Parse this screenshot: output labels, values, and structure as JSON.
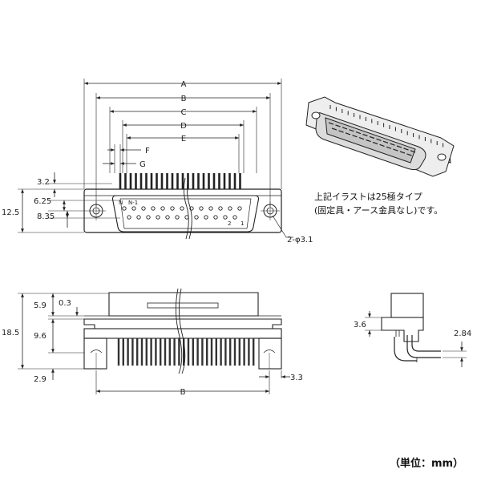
{
  "dims": {
    "A": "A",
    "B": "B",
    "C": "C",
    "D": "D",
    "E": "E",
    "F": "F",
    "G": "G",
    "d3_2": "3.2",
    "d6_25": "6.25",
    "d12_5": "12.5",
    "d8_35": "8.35",
    "hole": "2-φ3.1",
    "d0_3": "0.3",
    "d5_9": "5.9",
    "d18_5": "18.5",
    "d9_6": "9.6",
    "d2_9": "2.9",
    "d3_3": "3.3",
    "bottomB": "B",
    "d3_6": "3.6",
    "d2_84": "2.84"
  },
  "pins": {
    "n": "N",
    "n1": "N-1",
    "p2": "2",
    "p1": "1"
  },
  "note": {
    "line1": "上記イラストは25極タイプ",
    "line2": "(固定具・アース金具なし)です。"
  },
  "unit": "（単位：mm）"
}
